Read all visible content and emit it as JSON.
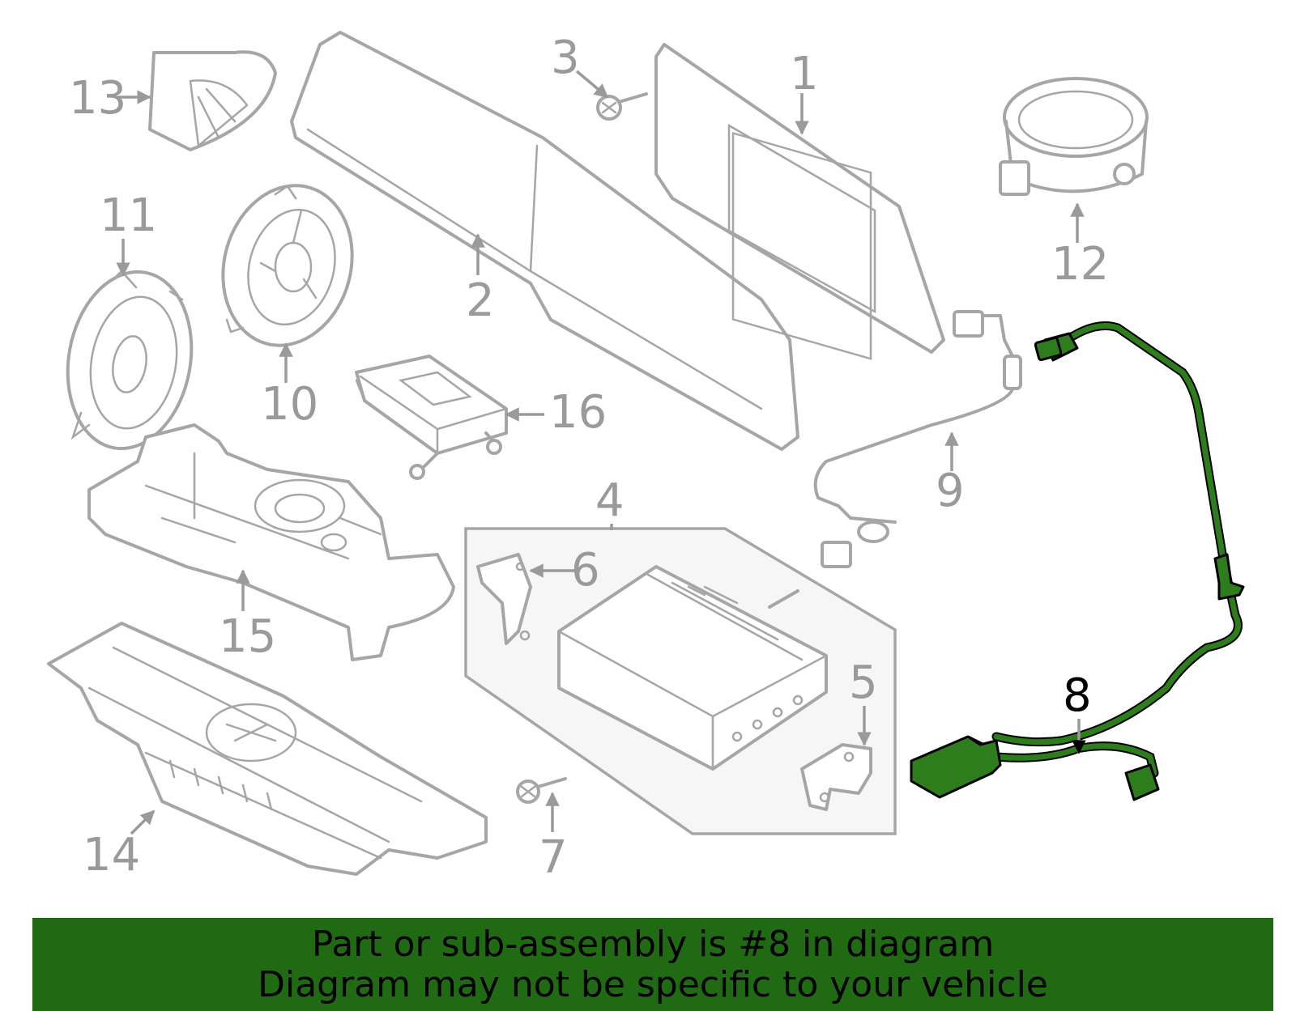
{
  "callouts": {
    "c1": "1",
    "c2": "2",
    "c3": "3",
    "c4": "4",
    "c5": "5",
    "c6": "6",
    "c7": "7",
    "c8": "8",
    "c9": "9",
    "c10": "10",
    "c11": "11",
    "c12": "12",
    "c13": "13",
    "c14": "14",
    "c15": "15",
    "c16": "16"
  },
  "highlighted_part": "8",
  "colors": {
    "highlight": "#2e7d1d",
    "banner": "#1f6a12",
    "line": "#a6a6a6"
  },
  "banner": {
    "line1": "Part or sub-assembly is #8 in diagram",
    "line2": "Diagram may not be specific to your vehicle"
  }
}
